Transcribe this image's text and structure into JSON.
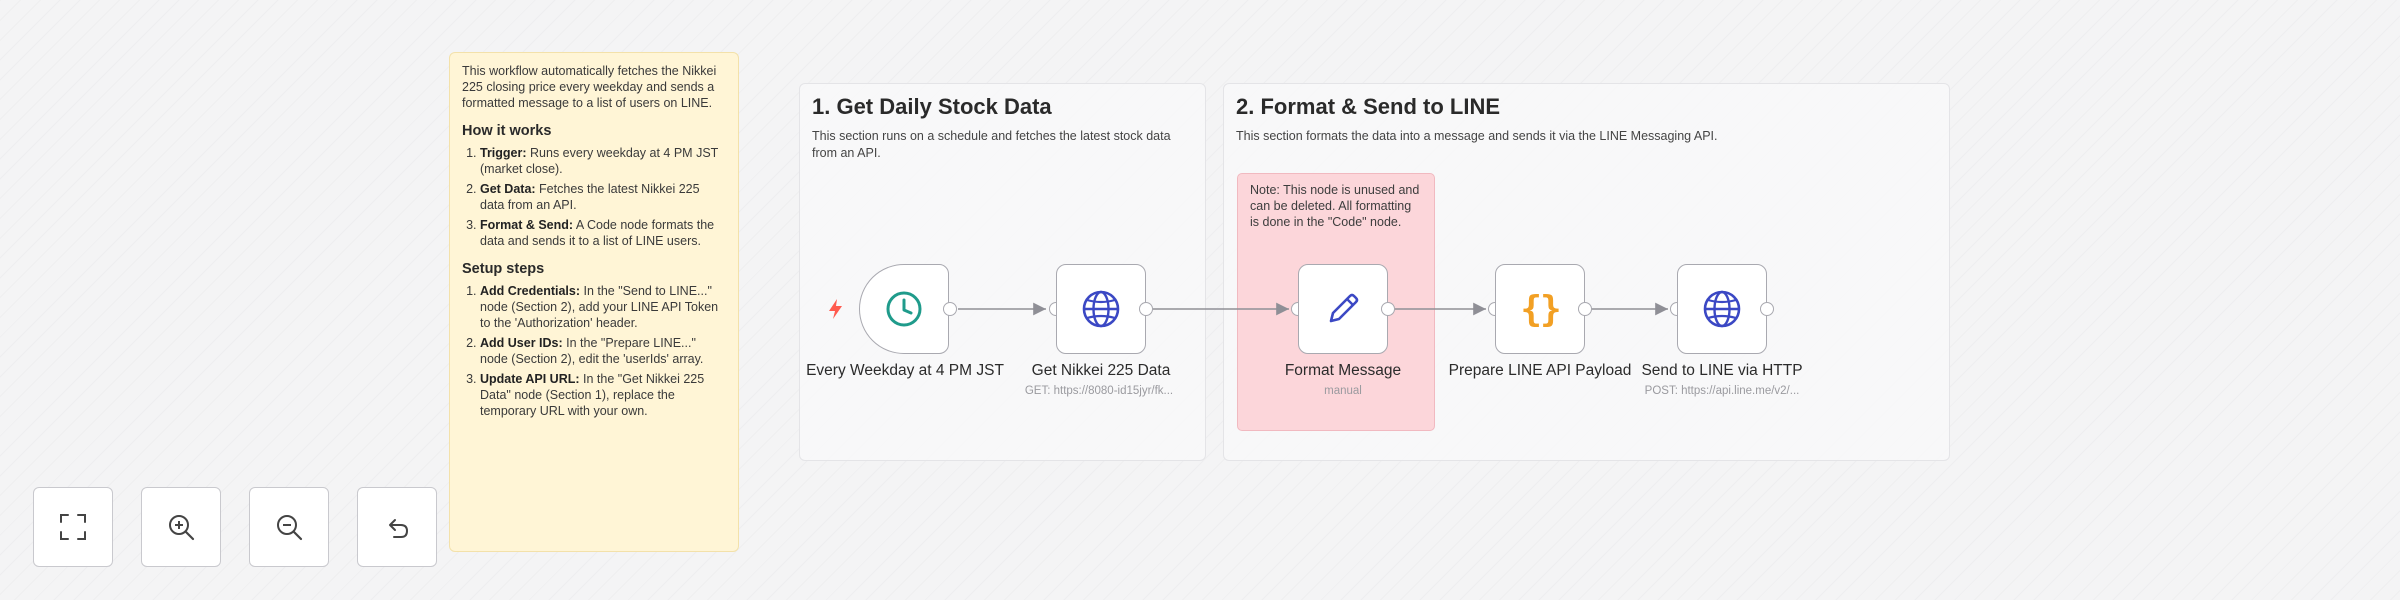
{
  "sticky_main": {
    "intro": "This workflow automatically fetches the Nikkei 225 closing price every weekday and sends a formatted message to a list of users on LINE.",
    "how_title": "How it works",
    "how_steps": [
      {
        "bold": "Trigger:",
        "text": " Runs every weekday at 4 PM JST (market close)."
      },
      {
        "bold": "Get Data:",
        "text": " Fetches the latest Nikkei 225 data from an API."
      },
      {
        "bold": "Format & Send:",
        "text": " A Code node formats the data and sends it to a list of LINE users."
      }
    ],
    "setup_title": "Setup steps",
    "setup_steps": [
      {
        "bold": "Add Credentials:",
        "text": " In the \"Send to LINE...\" node (Section 2), add your LINE API Token to the 'Authorization' header."
      },
      {
        "bold": "Add User IDs:",
        "text": " In the \"Prepare LINE...\" node (Section 2), edit the 'userIds' array."
      },
      {
        "bold": "Update API URL:",
        "text": " In the \"Get Nikkei 225 Data\" node (Section 1), replace the temporary URL with your own."
      }
    ]
  },
  "section1": {
    "title": "1. Get Daily Stock Data",
    "description": "This section runs on a schedule and fetches the latest stock data from an API."
  },
  "section2": {
    "title": "2. Format & Send to LINE",
    "description": "This section formats the data into a message and sends it via the LINE Messaging API."
  },
  "sticky_note_red": "Note: This node is unused and can be deleted. All formatting is done in the \"Code\" node.",
  "nodes": {
    "trigger": {
      "label": "Every Weekday at 4 PM JST",
      "subtitle": ""
    },
    "get_data": {
      "label": "Get Nikkei 225 Data",
      "subtitle": "GET: https://8080-id15jyr/fk..."
    },
    "format": {
      "label": "Format Message",
      "subtitle": "manual"
    },
    "prepare": {
      "label": "Prepare LINE API Payload",
      "subtitle": ""
    },
    "send": {
      "label": "Send to LINE via HTTP",
      "subtitle": "POST: https://api.line.me/v2/..."
    }
  },
  "colors": {
    "trigger_icon": "#1f9b8b",
    "http_icon": "#3b48c4",
    "pencil_icon": "#3b48c4",
    "code_icon": "#f2a024",
    "bolt": "#ff5a4e",
    "sticky_yellow": "#fff5d6",
    "sticky_red": "#fcd6da"
  },
  "controls": {
    "fit": "fit-view-icon",
    "zoom_in": "zoom-in-icon",
    "zoom_out": "zoom-out-icon",
    "reset": "reset-zoom-icon"
  }
}
